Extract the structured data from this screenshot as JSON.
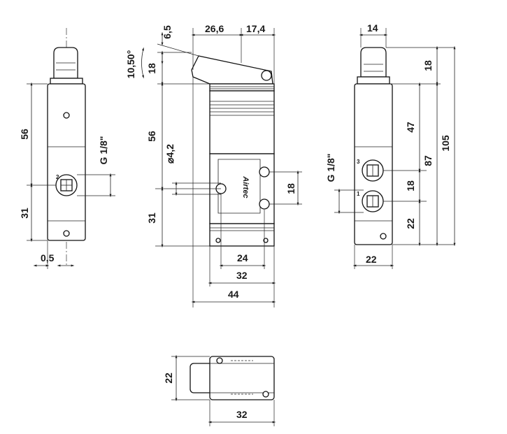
{
  "dimensions": {
    "left_height_upper": "56",
    "left_height_lower": "31",
    "left_offset": "0,5",
    "left_thread": "G 1/8\"",
    "front_lever_height": "6,5",
    "front_lever_angle": "10,50°",
    "front_lever_rise": "18",
    "front_width_a": "26,6",
    "front_width_b": "17,4",
    "front_height_upper": "56",
    "front_height_lower": "31",
    "front_hole": "⌀4,2",
    "front_port_spacing": "18",
    "front_base_24": "24",
    "front_base_32": "32",
    "front_total_44": "44",
    "right_top_width": "14",
    "right_top_height": "18",
    "right_47": "47",
    "right_87": "87",
    "right_105": "105",
    "right_port_spacing": "18",
    "right_bottom_22": "22",
    "right_width_22": "22",
    "right_thread": "G 1/8\"",
    "bottom_height": "22",
    "bottom_width": "32"
  },
  "labels": {
    "port_2": "2",
    "port_3": "3",
    "port_1": "1",
    "brand_text": "Airtec"
  }
}
